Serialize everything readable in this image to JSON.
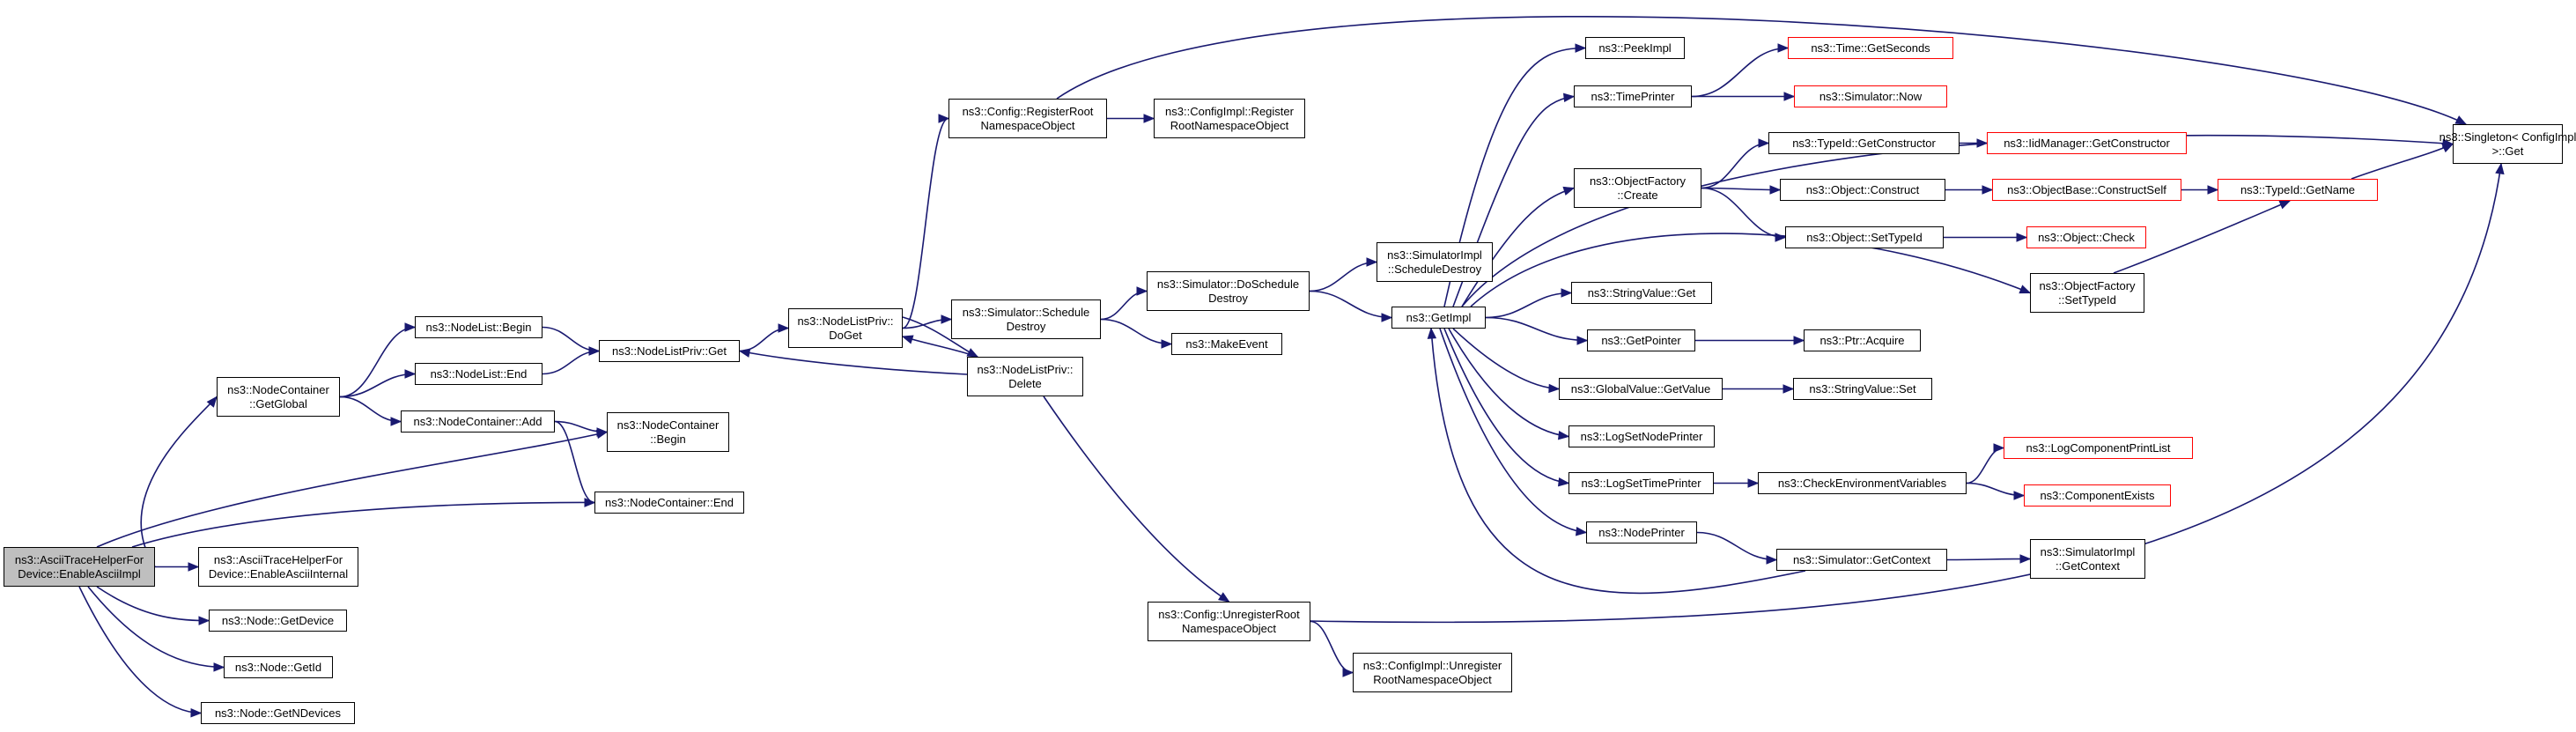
{
  "colors": {
    "edge": "#191970",
    "border": "#000000",
    "border_undocumented": "#ff0000",
    "current_fill": "#bfbfbf"
  },
  "nodes": [
    {
      "id": "enable_ascii_impl",
      "lines": [
        "ns3::AsciiTraceHelperFor",
        "Device::EnableAsciiImpl"
      ],
      "style": "current"
    },
    {
      "id": "nodecontainer_getglobal",
      "lines": [
        "ns3::NodeContainer",
        "::GetGlobal"
      ]
    },
    {
      "id": "nodelist_begin",
      "lines": [
        "ns3::NodeList::Begin"
      ]
    },
    {
      "id": "nodelist_end",
      "lines": [
        "ns3::NodeList::End"
      ]
    },
    {
      "id": "nodelistpriv_get",
      "lines": [
        "ns3::NodeListPriv::Get"
      ]
    },
    {
      "id": "nodelistpriv_doget",
      "lines": [
        "ns3::NodeListPriv::",
        "DoGet"
      ]
    },
    {
      "id": "config_registerroot",
      "lines": [
        "ns3::Config::RegisterRoot",
        "NamespaceObject"
      ]
    },
    {
      "id": "configimpl_registerroot",
      "lines": [
        "ns3::ConfigImpl::Register",
        "RootNamespaceObject"
      ]
    },
    {
      "id": "simulator_schedule_destroy",
      "lines": [
        "ns3::Simulator::Schedule",
        "Destroy"
      ]
    },
    {
      "id": "simulator_doschedule_destroy",
      "lines": [
        "ns3::Simulator::DoSchedule",
        "Destroy"
      ]
    },
    {
      "id": "simulatorimpl_scheduledestroy",
      "lines": [
        "ns3::SimulatorImpl",
        "::ScheduleDestroy"
      ]
    },
    {
      "id": "makeevent",
      "lines": [
        "ns3::MakeEvent"
      ]
    },
    {
      "id": "nodelistpriv_delete",
      "lines": [
        "ns3::NodeListPriv::",
        "Delete"
      ]
    },
    {
      "id": "config_unregisterroot",
      "lines": [
        "ns3::Config::UnregisterRoot",
        "NamespaceObject"
      ]
    },
    {
      "id": "configimpl_unregisterroot",
      "lines": [
        "ns3::ConfigImpl::Unregister",
        "RootNamespaceObject"
      ]
    },
    {
      "id": "nodecontainer_add",
      "lines": [
        "ns3::NodeContainer::Add"
      ]
    },
    {
      "id": "nodecontainer_begin",
      "lines": [
        "ns3::NodeContainer",
        "::Begin"
      ]
    },
    {
      "id": "nodecontainer_end",
      "lines": [
        "ns3::NodeContainer::End"
      ]
    },
    {
      "id": "enable_ascii_internal",
      "lines": [
        "ns3::AsciiTraceHelperFor",
        "Device::EnableAsciiInternal"
      ]
    },
    {
      "id": "node_getdevice",
      "lines": [
        "ns3::Node::GetDevice"
      ]
    },
    {
      "id": "node_getid",
      "lines": [
        "ns3::Node::GetId"
      ]
    },
    {
      "id": "node_getndevices",
      "lines": [
        "ns3::Node::GetNDevices"
      ]
    },
    {
      "id": "getimpl",
      "lines": [
        "ns3::GetImpl"
      ]
    },
    {
      "id": "peekimpl",
      "lines": [
        "ns3::PeekImpl"
      ]
    },
    {
      "id": "timeprinter",
      "lines": [
        "ns3::TimePrinter"
      ]
    },
    {
      "id": "time_getseconds",
      "lines": [
        "ns3::Time::GetSeconds"
      ],
      "style": "red"
    },
    {
      "id": "simulator_now",
      "lines": [
        "ns3::Simulator::Now"
      ],
      "style": "red"
    },
    {
      "id": "objectfactory_create",
      "lines": [
        "ns3::ObjectFactory",
        "::Create"
      ]
    },
    {
      "id": "typeid_getconstructor",
      "lines": [
        "ns3::TypeId::GetConstructor"
      ]
    },
    {
      "id": "iidmanager_getconstructor",
      "lines": [
        "ns3::IidManager::GetConstructor"
      ],
      "style": "red"
    },
    {
      "id": "object_construct",
      "lines": [
        "ns3::Object::Construct"
      ]
    },
    {
      "id": "objectbase_constructself",
      "lines": [
        "ns3::ObjectBase::ConstructSelf"
      ],
      "style": "red"
    },
    {
      "id": "typeid_getname",
      "lines": [
        "ns3::TypeId::GetName"
      ],
      "style": "red"
    },
    {
      "id": "object_settypeid",
      "lines": [
        "ns3::Object::SetTypeId"
      ]
    },
    {
      "id": "object_check",
      "lines": [
        "ns3::Object::Check"
      ],
      "style": "red"
    },
    {
      "id": "singleton_get",
      "lines": [
        "ns3::Singleton< ConfigImpl",
        " >::Get"
      ]
    },
    {
      "id": "objectfactory_settypeid",
      "lines": [
        "ns3::ObjectFactory",
        "::SetTypeId"
      ]
    },
    {
      "id": "stringvalue_get",
      "lines": [
        "ns3::StringValue::Get"
      ]
    },
    {
      "id": "getpointer",
      "lines": [
        "ns3::GetPointer"
      ]
    },
    {
      "id": "ptr_acquire",
      "lines": [
        "ns3::Ptr::Acquire"
      ]
    },
    {
      "id": "globalvalue_getvalue",
      "lines": [
        "ns3::GlobalValue::GetValue"
      ]
    },
    {
      "id": "stringvalue_set",
      "lines": [
        "ns3::StringValue::Set"
      ]
    },
    {
      "id": "logsetnodeprinter",
      "lines": [
        "ns3::LogSetNodePrinter"
      ]
    },
    {
      "id": "logsettimeprinter",
      "lines": [
        "ns3::LogSetTimePrinter"
      ]
    },
    {
      "id": "checkenvironmentvariables",
      "lines": [
        "ns3::CheckEnvironmentVariables"
      ]
    },
    {
      "id": "logcomponentprintlist",
      "lines": [
        "ns3::LogComponentPrintList"
      ],
      "style": "red"
    },
    {
      "id": "componentexists",
      "lines": [
        "ns3::ComponentExists"
      ],
      "style": "red"
    },
    {
      "id": "nodeprinter",
      "lines": [
        "ns3::NodePrinter"
      ]
    },
    {
      "id": "simulator_getcontext",
      "lines": [
        "ns3::Simulator::GetContext"
      ]
    },
    {
      "id": "simulatorimpl_getcontext",
      "lines": [
        "ns3::SimulatorImpl",
        "::GetContext"
      ]
    }
  ],
  "edges": [
    [
      "enable_ascii_impl",
      "nodecontainer_getglobal"
    ],
    [
      "enable_ascii_impl",
      "nodecontainer_begin"
    ],
    [
      "enable_ascii_impl",
      "nodecontainer_end"
    ],
    [
      "enable_ascii_impl",
      "enable_ascii_internal"
    ],
    [
      "enable_ascii_impl",
      "node_getdevice"
    ],
    [
      "enable_ascii_impl",
      "node_getid"
    ],
    [
      "enable_ascii_impl",
      "node_getndevices"
    ],
    [
      "nodecontainer_getglobal",
      "nodelist_begin"
    ],
    [
      "nodecontainer_getglobal",
      "nodelist_end"
    ],
    [
      "nodecontainer_getglobal",
      "nodecontainer_add"
    ],
    [
      "nodelist_begin",
      "nodelistpriv_get"
    ],
    [
      "nodelist_end",
      "nodelistpriv_get"
    ],
    [
      "nodecontainer_add",
      "nodecontainer_begin"
    ],
    [
      "nodecontainer_add",
      "nodecontainer_end"
    ],
    [
      "nodelistpriv_get",
      "nodelistpriv_doget"
    ],
    [
      "nodelistpriv_doget",
      "config_registerroot"
    ],
    [
      "nodelistpriv_doget",
      "simulator_schedule_destroy"
    ],
    [
      "nodelistpriv_doget",
      "nodelistpriv_delete"
    ],
    [
      "nodelistpriv_delete",
      "nodelistpriv_doget"
    ],
    [
      "nodelistpriv_delete",
      "nodelistpriv_get"
    ],
    [
      "nodelistpriv_delete",
      "config_unregisterroot"
    ],
    [
      "config_registerroot",
      "configimpl_registerroot"
    ],
    [
      "config_registerroot",
      "singleton_get"
    ],
    [
      "simulator_schedule_destroy",
      "simulator_doschedule_destroy"
    ],
    [
      "simulator_schedule_destroy",
      "makeevent"
    ],
    [
      "simulator_doschedule_destroy",
      "simulatorimpl_scheduledestroy"
    ],
    [
      "simulator_doschedule_destroy",
      "getimpl"
    ],
    [
      "config_unregisterroot",
      "configimpl_unregisterroot"
    ],
    [
      "config_unregisterroot",
      "singleton_get"
    ],
    [
      "getimpl",
      "peekimpl"
    ],
    [
      "getimpl",
      "timeprinter"
    ],
    [
      "getimpl",
      "objectfactory_create"
    ],
    [
      "getimpl",
      "singleton_get"
    ],
    [
      "getimpl",
      "objectfactory_settypeid"
    ],
    [
      "getimpl",
      "stringvalue_get"
    ],
    [
      "getimpl",
      "getpointer"
    ],
    [
      "getimpl",
      "globalvalue_getvalue"
    ],
    [
      "getimpl",
      "logsetnodeprinter"
    ],
    [
      "getimpl",
      "logsettimeprinter"
    ],
    [
      "getimpl",
      "nodeprinter"
    ],
    [
      "simulator_getcontext",
      "getimpl"
    ],
    [
      "timeprinter",
      "time_getseconds"
    ],
    [
      "timeprinter",
      "simulator_now"
    ],
    [
      "objectfactory_create",
      "typeid_getconstructor"
    ],
    [
      "objectfactory_create",
      "object_construct"
    ],
    [
      "objectfactory_create",
      "object_settypeid"
    ],
    [
      "typeid_getconstructor",
      "iidmanager_getconstructor"
    ],
    [
      "object_construct",
      "objectbase_constructself"
    ],
    [
      "objectbase_constructself",
      "typeid_getname"
    ],
    [
      "object_settypeid",
      "object_check"
    ],
    [
      "typeid_getname",
      "singleton_get"
    ],
    [
      "objectfactory_settypeid",
      "typeid_getname"
    ],
    [
      "getpointer",
      "ptr_acquire"
    ],
    [
      "globalvalue_getvalue",
      "stringvalue_set"
    ],
    [
      "logsettimeprinter",
      "checkenvironmentvariables"
    ],
    [
      "checkenvironmentvariables",
      "logcomponentprintlist"
    ],
    [
      "checkenvironmentvariables",
      "componentexists"
    ],
    [
      "nodeprinter",
      "simulator_getcontext"
    ],
    [
      "simulator_getcontext",
      "simulatorimpl_getcontext"
    ]
  ]
}
